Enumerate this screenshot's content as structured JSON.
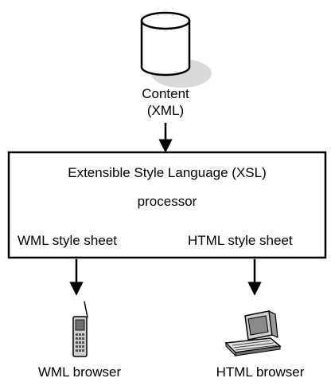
{
  "source": {
    "label_line1": "Content",
    "label_line2": "(XML)",
    "icon": "database-cylinder-icon"
  },
  "processor": {
    "title_line1": "Extensible Style Language (XSL)",
    "title_line2": "processor",
    "left_sheet": "WML style sheet",
    "right_sheet": "HTML style sheet"
  },
  "outputs": {
    "left": {
      "label": "WML browser",
      "icon": "mobile-phone-icon"
    },
    "right": {
      "label": "HTML browser",
      "icon": "desktop-computer-icon"
    }
  },
  "colors": {
    "stroke": "#000000",
    "shadow": "#d9d9d9",
    "device_fill": "#cfcfcf",
    "device_dark": "#6f6f6f"
  }
}
